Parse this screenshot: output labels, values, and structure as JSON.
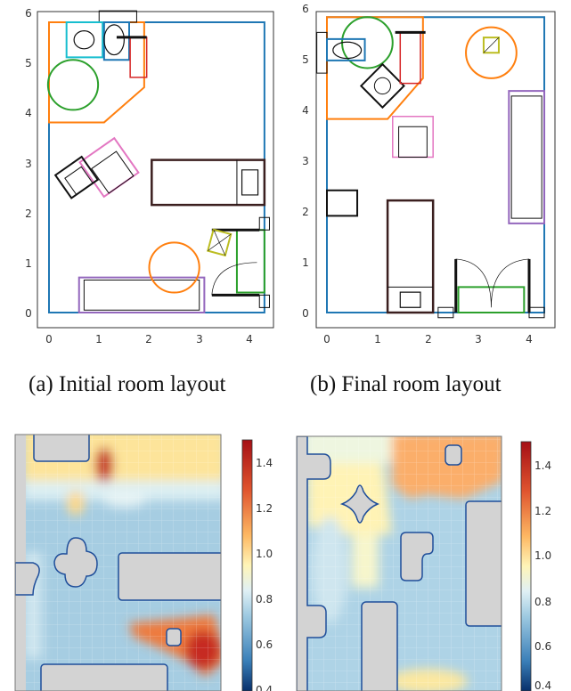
{
  "panels": [
    {
      "caption": "(a) Initial room layout",
      "x_ticks": [
        "0",
        "1",
        "2",
        "3",
        "4"
      ],
      "y_ticks": [
        "0",
        "1",
        "2",
        "3",
        "4",
        "5",
        "6"
      ]
    },
    {
      "caption": "(b) Final room layout",
      "x_ticks": [
        "0",
        "1",
        "2",
        "3",
        "4"
      ],
      "y_ticks": [
        "0",
        "1",
        "2",
        "3",
        "4",
        "5",
        "6"
      ]
    }
  ],
  "heatmaps": [
    {
      "colorbar_ticks": [
        "1.4",
        "1.2",
        "1.0",
        "0.8",
        "0.6",
        "0.4"
      ]
    },
    {
      "colorbar_ticks": [
        "1.4",
        "1.2",
        "1.0",
        "0.8",
        "0.6",
        "0.4"
      ]
    }
  ],
  "colors": {
    "room": "#1f77b4",
    "bathroom": "#ff7f0e",
    "turn_circle": "#2ca02c",
    "obstacle": "#d3d3d3",
    "heat_low": "#08306b",
    "heat_high": "#b2182b"
  }
}
